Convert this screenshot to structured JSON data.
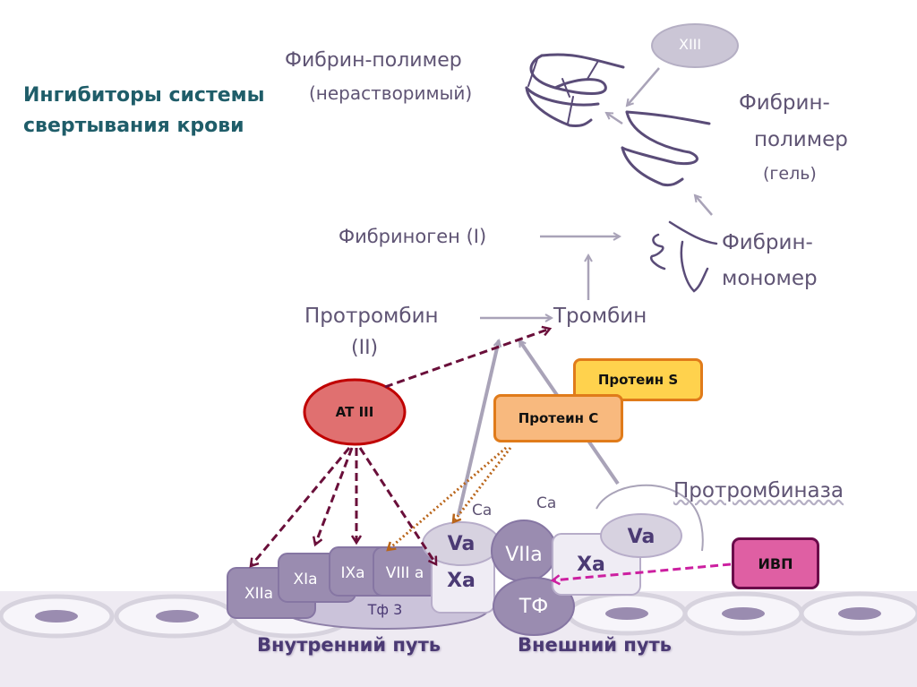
{
  "title": {
    "line1": "Ингибиторы системы",
    "line2": "свертывания крови"
  },
  "labels": {
    "fibrin_polymer_insoluble": "Фибрин-полимер",
    "insoluble": "(нерастворимый)",
    "factor_xiii": "XIII",
    "fibrin_polymer_gel_1": "Фибрин-",
    "fibrin_polymer_gel_2": "полимер",
    "gel": "(гель)",
    "fibrinogen": "Фибриноген (I)",
    "fibrin_monomer_1": "Фибрин-",
    "fibrin_monomer_2": "мономер",
    "prothrombin": "Протромбин",
    "prothrombin_num": "(II)",
    "thrombin": "Тромбин",
    "prothrombinase": "Протромбиназа",
    "ca_left": "Ca",
    "ca_right": "Ca"
  },
  "inhibitors": {
    "at3": "AT III",
    "protein_s": "Протеин S",
    "protein_c": "Протеин C",
    "ivp": "ИВП"
  },
  "factors": {
    "xiia": "XIIa",
    "xia": "XIa",
    "ixa": "IXa",
    "viiia": "VIII a",
    "va_left": "Va",
    "xa_left": "Xa",
    "viia": "VIIa",
    "tf": "ТФ",
    "tf3": "Тф 3",
    "xa_right": "Xa",
    "va_right": "Va"
  },
  "pathways": {
    "intrinsic": "Внутренний путь",
    "extrinsic": "Внешний путь"
  },
  "colors": {
    "title": "#1f5d69",
    "text": "#5f5474",
    "at3_fill": "#e07070",
    "at3_stroke": "#c00000",
    "protein_s_fill": "#ffd24d",
    "protein_c_fill": "#f8b97e",
    "box_stroke_orange": "#e07b1a",
    "ivp_fill": "#df5fa3",
    "ivp_stroke": "#6a0a4a",
    "inhibit_arrow": "#6a0f3a",
    "protein_c_arrow": "#b9651a",
    "ivp_arrow": "#cc1fa0",
    "factor_dark": "#9a8cb0",
    "factor_light": "#efecf4"
  }
}
